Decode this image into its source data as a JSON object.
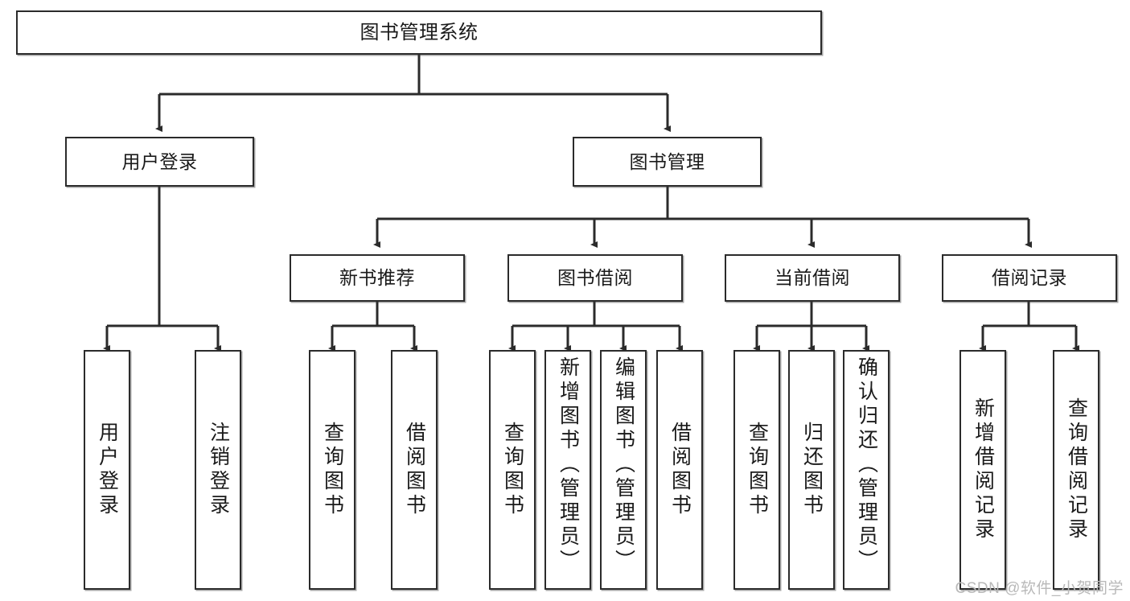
{
  "diagram": {
    "title": "图书管理系统",
    "type": "tree-hierarchy-flowchart",
    "colors": {
      "box_border": "#2b2b2b",
      "box_fill": "#ffffff",
      "edge": "#2b2b2b",
      "background": "#ffffff",
      "watermark": "#b9b9b9"
    },
    "root": {
      "label": "图书管理系统"
    },
    "level2": [
      {
        "label": "用户登录"
      },
      {
        "label": "图书管理"
      }
    ],
    "level3": [
      {
        "label": "新书推荐"
      },
      {
        "label": "图书借阅"
      },
      {
        "label": "当前借阅"
      },
      {
        "label": "借阅记录"
      }
    ],
    "leaves": {
      "user_login": [
        {
          "label": "用户登录"
        },
        {
          "label": "注销登录"
        }
      ],
      "new_book_recommend": [
        {
          "label": "查询图书"
        },
        {
          "label": "借阅图书"
        }
      ],
      "book_borrow": [
        {
          "label": "查询图书"
        },
        {
          "label": "新增图书（管理员）"
        },
        {
          "label": "编辑图书（管理员）"
        },
        {
          "label": "借阅图书"
        }
      ],
      "current_borrow": [
        {
          "label": "查询图书"
        },
        {
          "label": "归还图书"
        },
        {
          "label": "确认归还（管理员）"
        }
      ],
      "borrow_record": [
        {
          "label": "新增借阅记录"
        },
        {
          "label": "查询借阅记录"
        }
      ]
    },
    "watermark": "CSDN @软件_小贺同学"
  }
}
